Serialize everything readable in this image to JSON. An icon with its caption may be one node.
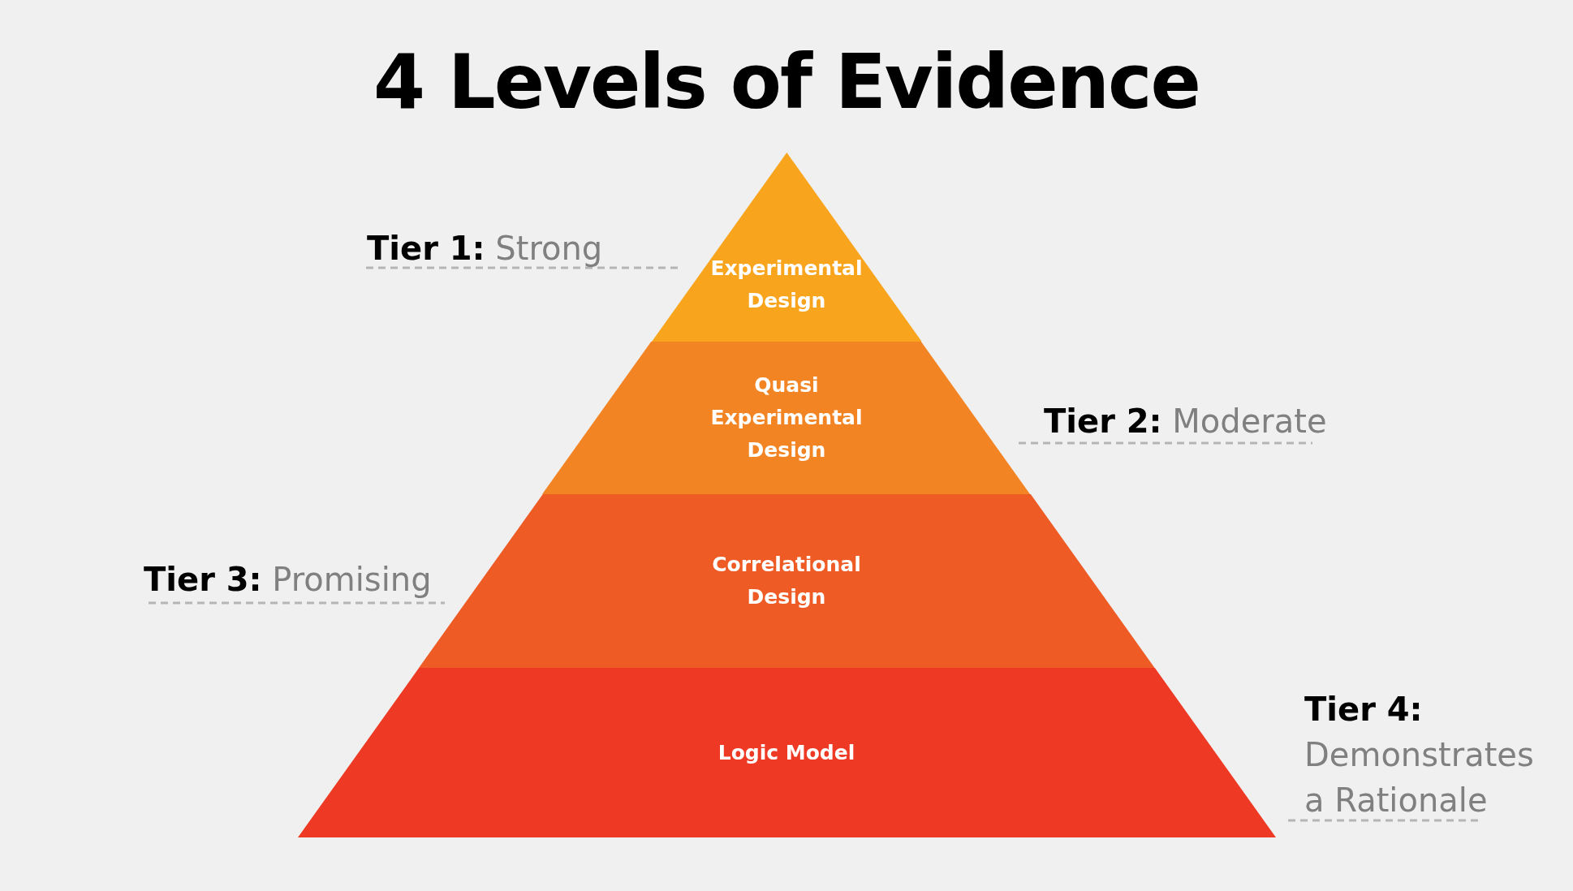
{
  "diagram": {
    "title": "4 Levels of Evidence",
    "nodes": [
      {
        "text": [
          "Experimental Design"
        ]
      },
      {
        "text": [
          "Quasi Experimental Design"
        ]
      },
      {
        "text": [
          "Correlational Design"
        ]
      },
      {
        "text": [
          "Logic Model"
        ]
      }
    ],
    "labels": [
      "**Tier 1:** Strong",
      "**Tier 2:** Moderate",
      "**Tier 3:** Promising",
      "**Tier 4:** Demonstrates a Rationale"
    ]
  }
}
